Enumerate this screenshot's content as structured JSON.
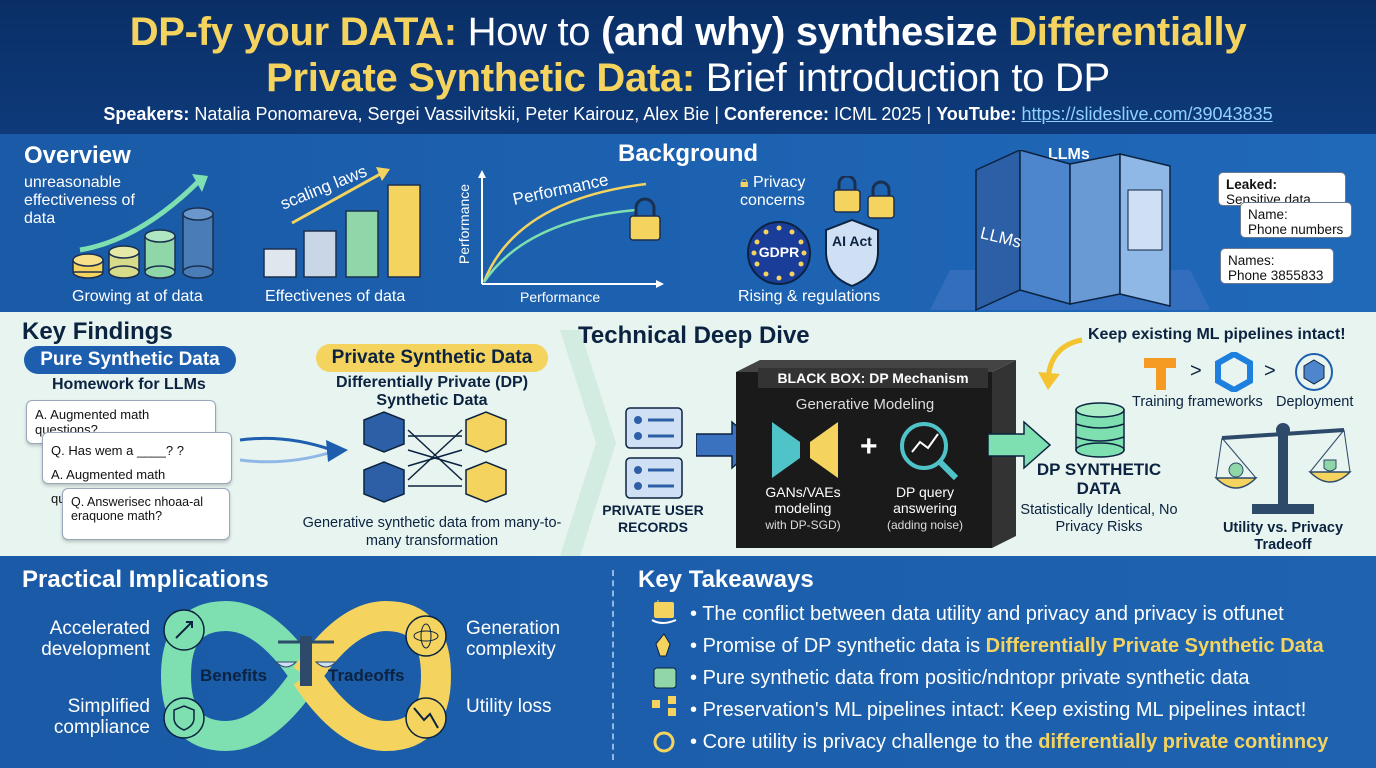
{
  "header": {
    "title_a": "DP-fy your DATA:",
    "title_b": " How to ",
    "title_c": "(and why) synthesize ",
    "title_d": "Differentially",
    "title_e": "Private Synthetic Data:",
    "title_f": " Brief introduction to DP",
    "speakers_label": "Speakers:",
    "speakers": " Natalia Ponomareva, Sergei Vassilvitskii, Peter Kairouz, Alex Bie",
    "sep1": " | ",
    "conf_label": "Conference:",
    "conf": " ICML 2025",
    "sep2": " | ",
    "yt_label": "YouTube:",
    "yt_link": "https://slideslive.com/39043835"
  },
  "overview": {
    "title": "Overview",
    "text": "unreasonable effectiveness of data",
    "cap1": "Growing at of data",
    "scaling": "scaling laws",
    "cap2": "Effectivenes of data"
  },
  "background": {
    "title": "Background",
    "curve_label": "Performance",
    "y_label": "Performance",
    "x_label": "Performance",
    "privacy": "Privacy concerns",
    "gdpr": "GDPR",
    "ai_act": "AI Act",
    "cap": "Rising & regulations"
  },
  "llms": {
    "title": "LLMs",
    "server": "LLMs",
    "card1_t": "Leaked:",
    "card1_v": "Sensitive data",
    "card2_t": "Name:",
    "card2_v": "Phone numbers",
    "card3_t": "Names:",
    "card3_v": "Phone 3855833"
  },
  "findings": {
    "title": "Key Findings",
    "pill1": "Pure Synthetic Data",
    "sub1": "Homework for LLMs",
    "q1": "A. Augmented math questions?",
    "q2": "Q. Has wem a ____? ?",
    "q3": "A. Augmented math questions?",
    "q4": "Q. Answerisec nhoaa-al eraquone math?",
    "pill2": "Private Synthetic Data",
    "sub2": "Differentially Private (DP) Synthetic Data",
    "cap2": "Generative synthetic data from many-to-many transformation"
  },
  "deep": {
    "title": "Technical Deep Dive",
    "records": "PRIVATE USER RECORDS",
    "box_title": "BLACK BOX: DP Mechanism",
    "gen": "Generative Modeling",
    "gans": "GANs/VAEs modeling",
    "gans_sub": "with DP-SGD)",
    "plus": "+",
    "query": "DP query answering",
    "query_sub": "(adding noise)",
    "out_title": "DP SYNTHETIC DATA",
    "out_sub": "Statistically Identical, No Privacy Risks",
    "keep": "Keep existing ML pipelines intact!",
    "frameworks": "Training frameworks",
    "deploy": "Deployment",
    "tradeoff": "Utility vs. Privacy Tradeoff",
    "arrow1": ">",
    "arrow2": ">"
  },
  "practical": {
    "title": "Practical Implications",
    "l1": "Accelerated development",
    "l2": "Simplified compliance",
    "r1": "Generation complexity",
    "r2": "Utility loss",
    "benefits": "Benefits",
    "tradeoffs": "Tradeoffs"
  },
  "takeaways": {
    "title": "Key Takeaways",
    "b1": "The conflict between data utility and privacy and privacy is otfunet",
    "b2a": "Promise of DP synthetic data is ",
    "b2b": "Differentially Private Synthetic Data",
    "b3": "Pure synthetic data from positic/ndntopr private synthetic data",
    "b4": "Preservation's ML pipelines intact: Keep existing ML pipelines intact!",
    "b5a": "Core utility is privacy challenge to the ",
    "b5b": "differentially private continncy",
    "dot": "•"
  }
}
